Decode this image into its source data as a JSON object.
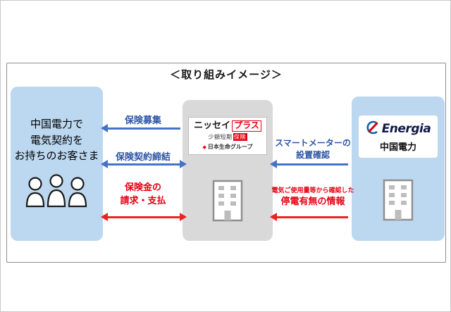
{
  "diagram": {
    "title": "＜取り組みイメージ＞",
    "customers": {
      "label": "中国電力で\n電気契約を\nお持ちのお客さま"
    },
    "nissay": {
      "name_black": "ニッセイ",
      "name_red": "プラス",
      "subtitle_left": "少額短期",
      "subtitle_right": "保険",
      "group": "日本生命グループ",
      "group_mark": "◆"
    },
    "energia": {
      "brand": "Energia",
      "company": "中国電力"
    },
    "flows": {
      "recruit": "保険募集",
      "contract": "保険契約締結",
      "claims": "保険金の\n請求・支払",
      "meter": "スマートメーターの\n設置確認",
      "outage_note": "電気ご使用量等から確認した",
      "outage": "停電有無の情報"
    },
    "colors": {
      "light_blue_box": "#bcd8f0",
      "gray_box": "#d9d9d9",
      "blue_flow": "#4472c4",
      "red_flow": "#ee2222",
      "nissay_red": "#e60012"
    }
  }
}
